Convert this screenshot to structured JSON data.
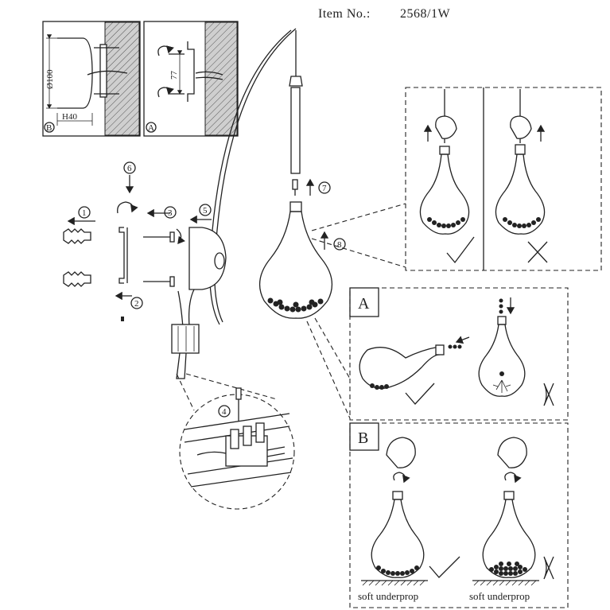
{
  "header": {
    "item_no_label": "Item No.:",
    "item_no_value": "2568/1W"
  },
  "detail_b": {
    "diameter_label": "Ø100",
    "height_label": "H40",
    "marker": "B"
  },
  "detail_a": {
    "spacing_label": "77",
    "marker": "A"
  },
  "steps": [
    "1",
    "2",
    "3",
    "4",
    "5",
    "6",
    "7",
    "8"
  ],
  "panel_a": {
    "letter": "A"
  },
  "panel_b": {
    "letter": "B",
    "caption_left": "soft underprop",
    "caption_right": "soft underprop"
  },
  "icons": {
    "correct": "check-mark-icon",
    "wrong": "cross-mark-icon"
  }
}
